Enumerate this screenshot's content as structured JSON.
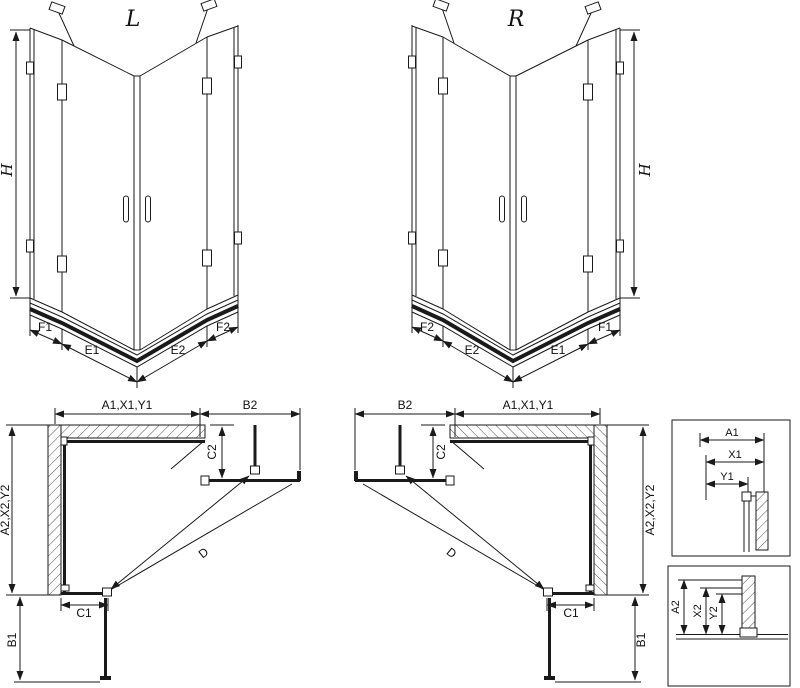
{
  "labels": {
    "variant_left": "L",
    "variant_right": "R",
    "height": "H",
    "f1": "F1",
    "e1": "E1",
    "e2": "E2",
    "f2": "F2",
    "a1_group": "A1,X1,Y1",
    "a2_group": "A2,X2,Y2",
    "b1": "B1",
    "b2": "B2",
    "c1": "C1",
    "c2": "C2",
    "d": "D",
    "a1": "A1",
    "x1": "X1",
    "y1": "Y1",
    "a2": "A2",
    "x2": "X2",
    "y2": "Y2"
  },
  "colors": {
    "line": "#1a1a1a",
    "hatch": "#555555",
    "background": "#ffffff"
  }
}
